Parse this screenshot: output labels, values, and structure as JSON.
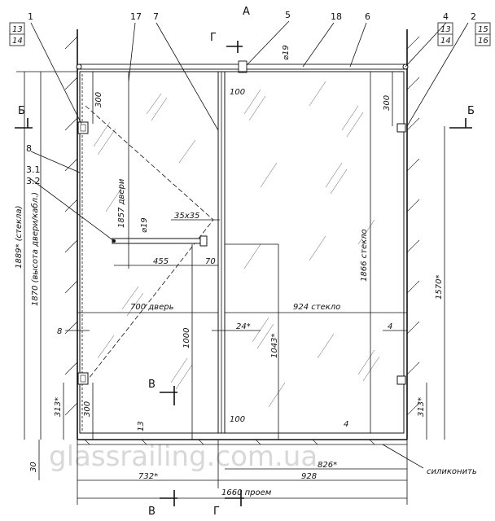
{
  "view_title": "А",
  "section_marks": {
    "g": "Г",
    "b": "Б",
    "v": "В"
  },
  "callouts": {
    "c1": "1",
    "c17": "17",
    "c7": "7",
    "c5": "5",
    "c18": "18",
    "c6": "6",
    "c4": "4",
    "c2": "2",
    "c8": "8",
    "c31": "3.1",
    "c32": "3.2",
    "b13a": "13",
    "b14a": "14",
    "b13b": "13",
    "b14b": "14",
    "b15": "15",
    "b16": "16"
  },
  "dimensions": {
    "rod_dia_top": "⌀19",
    "rod_dia_handle": "⌀19",
    "d100_top": "100",
    "d300_tl": "300",
    "d300_tr": "300",
    "d300_bl": "300",
    "door_1857": "1857 двери",
    "glass_1889": "1889* (стекла)",
    "door_1870": "1870 (высота двери/кабл.)",
    "d35": "35х35",
    "d455": "455",
    "d70": "70",
    "glass_1866": "1866 стекло",
    "d1570": "1570*",
    "door_700": "700 дверь",
    "glass_924": "924 стекло",
    "d8": "8",
    "d24": "24*",
    "d4": "4",
    "d1000": "1000",
    "d1043": "1043*",
    "d313l": "313*",
    "d313r": "313*",
    "d13": "13",
    "d100_bot": "100",
    "d4_bot": "4",
    "d826": "826*",
    "d30": "30",
    "d732": "732*",
    "d928": "928",
    "d1660": "1660 проем",
    "silicone": "силиконить"
  },
  "watermark": "glassrailing.com.ua"
}
